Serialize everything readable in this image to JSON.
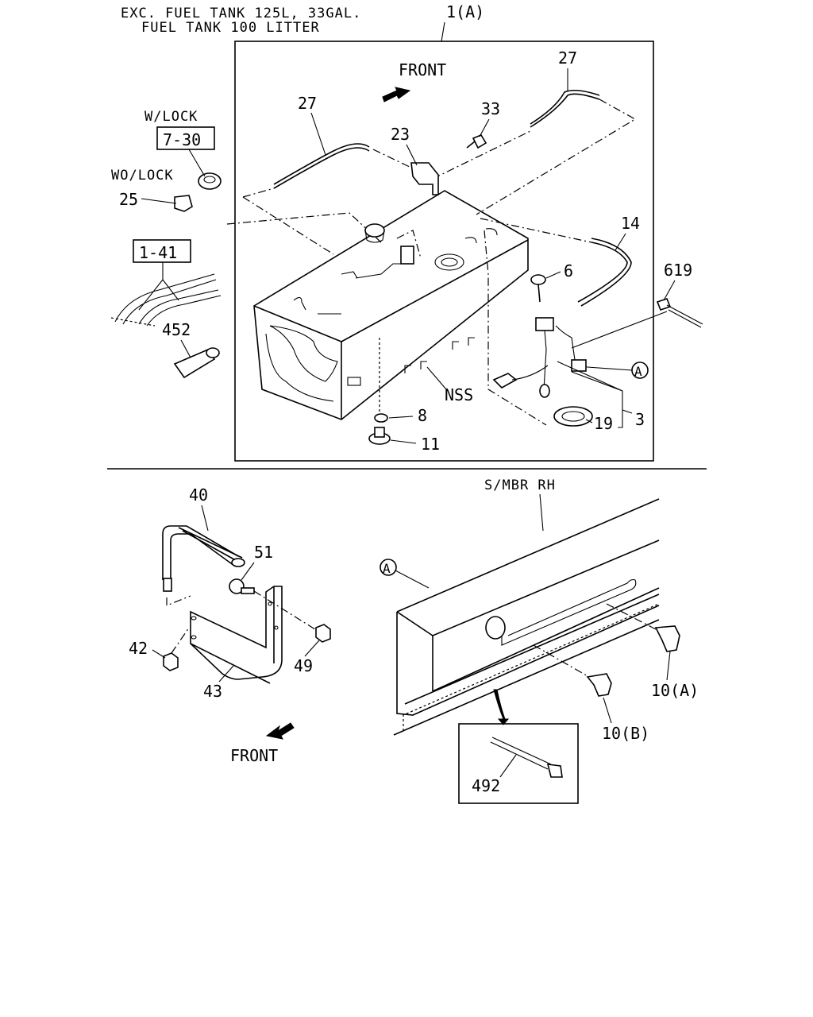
{
  "header": {
    "line1": "EXC. FUEL TANK 125L, 33GAL.",
    "line2": "FUEL TANK 100 LITTER"
  },
  "assembly_label": "1(A)",
  "directions": {
    "front_top": "FRONT",
    "front_bottom": "FRONT"
  },
  "variants": {
    "with_lock": "W/LOCK",
    "without_lock": "WO/LOCK"
  },
  "reference_boxes": {
    "ref_7_30": "7-30",
    "ref_1_41": "1-41"
  },
  "part_labels": {
    "p27_left": "27",
    "p27_right": "27",
    "p23": "23",
    "p33": "33",
    "p25": "25",
    "p14": "14",
    "p6": "6",
    "p619": "619",
    "p452": "452",
    "pNSS": "NSS",
    "p8": "8",
    "p11": "11",
    "p19": "19",
    "p3": "3",
    "p40": "40",
    "p51": "51",
    "p42": "42",
    "p49": "49",
    "p43": "43",
    "p10A": "10(A)",
    "p10B": "10(B)",
    "p492": "492"
  },
  "callouts": {
    "a_upper": "A",
    "a_lower": "A"
  },
  "frame_label": "S/MBR RH"
}
